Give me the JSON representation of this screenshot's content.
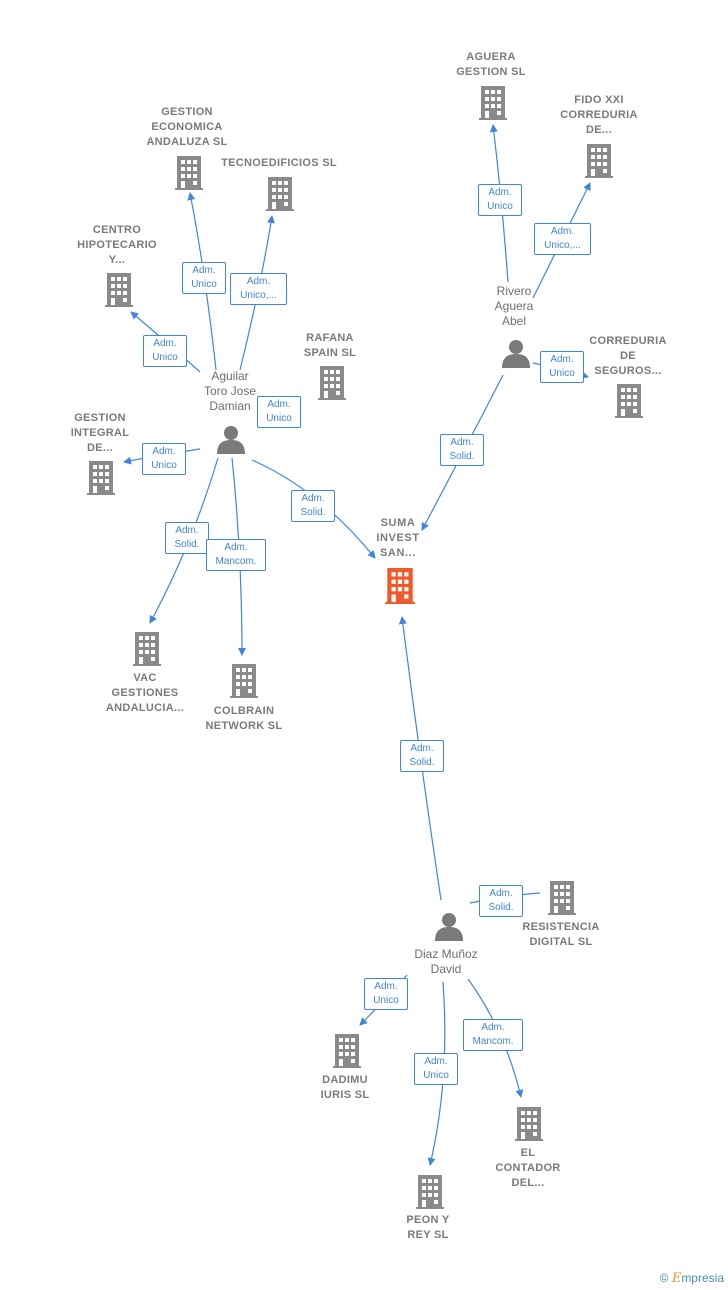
{
  "colors": {
    "edge": "#3f86dc",
    "building": "#8a8a8a",
    "building_focal": "#f05a28",
    "person": "#7a7a7a"
  },
  "companies": {
    "suma": "SUMA\nINVEST\nSAN...",
    "gestion_economica": "GESTION\nECONOMICA\nANDALUZA SL",
    "tecnoedificios": "TECNOEDIFICIOS SL",
    "centro_hipotecario": "CENTRO\nHIPOTECARIO\nY...",
    "rafana": "RAFANA\nSPAIN  SL",
    "gestion_integral": "GESTION\nINTEGRAL\nDE...",
    "vac": "VAC\nGESTIONES\nANDALUCIA...",
    "colbrain": "COLBRAIN\nNETWORK SL",
    "aguera": "AGUERA\nGESTION  SL",
    "fido": "FIDO XXI\nCORREDURIA\nDE...",
    "correduria": "CORREDURIA\nDE\nSEGUROS...",
    "resistencia": "RESISTENCIA\nDIGITAL  SL",
    "dadimu": "DADIMU\nIURIS  SL",
    "peon": "PEON Y\nREY SL",
    "contador": "EL\nCONTADOR\nDEL..."
  },
  "persons": {
    "aguilar": "Aguilar\nToro Jose\nDamian",
    "rivero": "Rivero\nAguera\nAbel",
    "diaz": "Diaz Muñoz\nDavid"
  },
  "edges": {
    "e1": "Adm.\nUnico",
    "e2": "Adm.\nUnico,...",
    "e3": "Adm.\nUnico",
    "e4": "Adm.\nUnico",
    "e5": "Adm.\nUnico",
    "e6": "Adm.\nSolid.",
    "e7": "Adm.\nSolid.",
    "e8": "Adm.\nMancom.",
    "e9": "Adm.\nUnico",
    "e10": "Adm.\nUnico,...",
    "e11": "Adm.\nUnico",
    "e12": "Adm.\nSolid.",
    "e13": "Adm.\nSolid.",
    "e14": "Adm.\nSolid.",
    "e15": "Adm.\nUnico",
    "e16": "Adm.\nUnico",
    "e17": "Adm.\nMancom."
  },
  "footer": {
    "copyright": "©",
    "brand_initial": "E",
    "brand_rest": "mpresia"
  }
}
